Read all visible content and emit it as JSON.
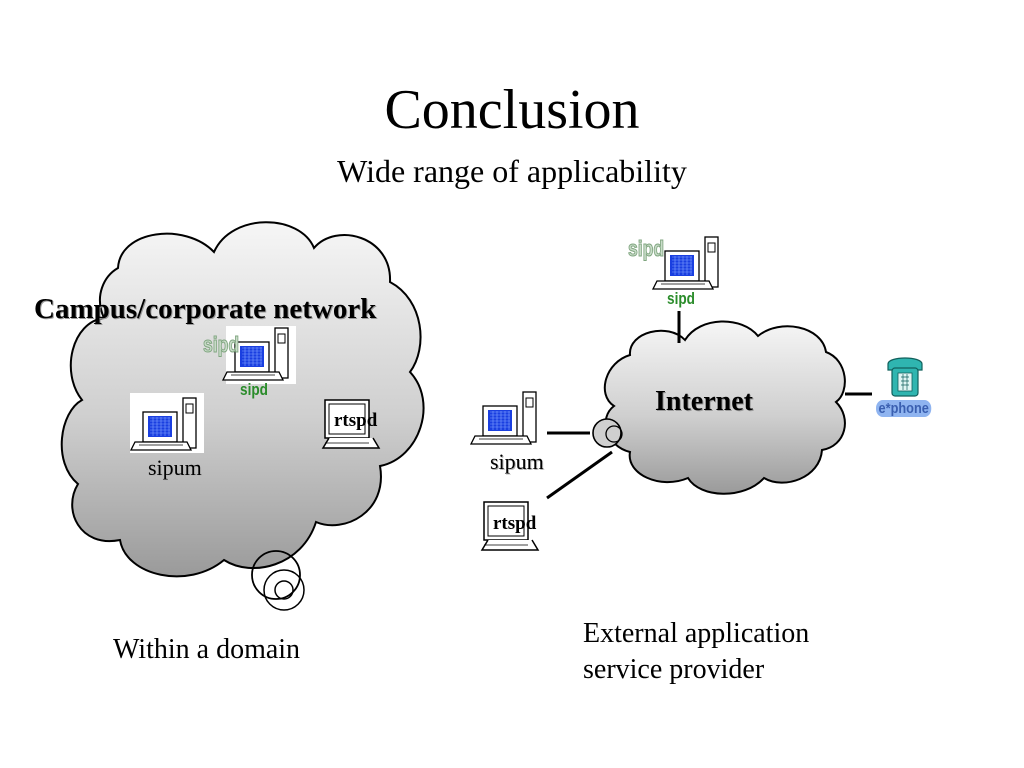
{
  "slide": {
    "title": "Conclusion",
    "subtitle": "Wide range of applicability"
  },
  "campus": {
    "label": "Campus/corporate network",
    "sipd_label": "sipd",
    "sipd_ghost_label": "sipd",
    "sipum_label": "sipum",
    "rtspd_label": "rtspd",
    "caption": "Within a domain"
  },
  "external": {
    "internet_label": "Internet",
    "sipd_label": "sipd",
    "sipd_ghost_label": "sipd",
    "sipum_label": "sipum",
    "rtspd_label": "rtspd",
    "ephone_label": "e*phone",
    "caption_line1": "External application",
    "caption_line2": "service provider"
  },
  "colors": {
    "cloud_top": "#f4f4f4",
    "cloud_bottom": "#9e9e9e",
    "screen_blue": "#1a3fe0",
    "sipd_green": "#2a8c2a",
    "phone_teal": "#2fb5b0"
  },
  "icons": [
    "computer-icon",
    "terminal-icon",
    "phone-icon",
    "gateway-icon"
  ]
}
